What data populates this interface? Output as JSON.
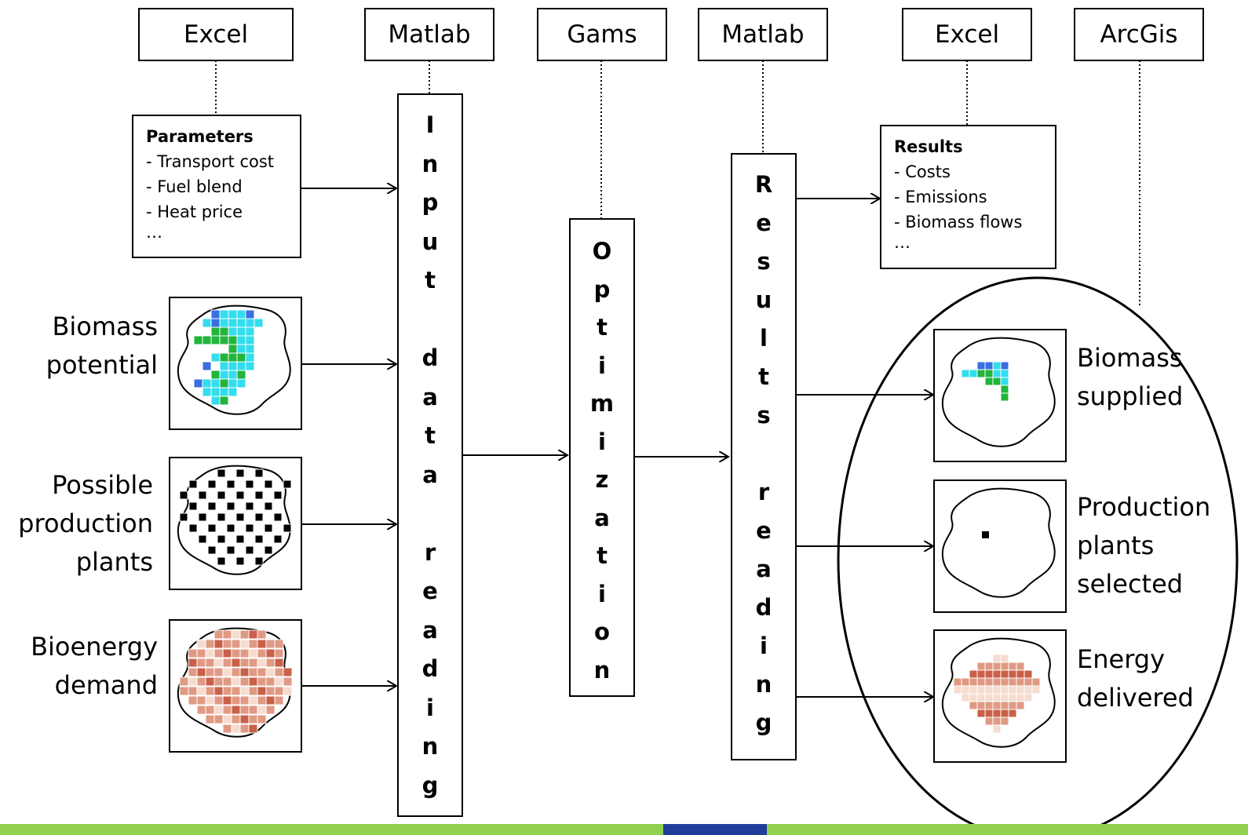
{
  "tools": [
    "Excel",
    "Matlab",
    "Gams",
    "Matlab",
    "Excel",
    "ArcGis"
  ],
  "input_reading": [
    "I",
    "n",
    "p",
    "u",
    "t",
    "",
    "d",
    "a",
    "t",
    "a",
    "",
    "r",
    "e",
    "a",
    "d",
    "i",
    "n",
    "g"
  ],
  "optimization": [
    "O",
    "p",
    "t",
    "i",
    "m",
    "i",
    "z",
    "a",
    "t",
    "i",
    "o",
    "n"
  ],
  "results_reading": [
    "R",
    "e",
    "s",
    "u",
    "l",
    "t",
    "s",
    "",
    "r",
    "e",
    "a",
    "d",
    "i",
    "n",
    "g"
  ],
  "parameters": {
    "title": "Parameters",
    "items": [
      "- Transport cost",
      "- Fuel blend",
      "- Heat price",
      "…"
    ]
  },
  "results": {
    "title": "Results",
    "items": [
      "- Costs",
      "- Emissions",
      "- Biomass flows",
      " …"
    ]
  },
  "inputs": [
    {
      "label_line1": "Biomass",
      "label_line2": "potential"
    },
    {
      "label_line1": "Possible",
      "label_line2": "production",
      "label_line3": "plants"
    },
    {
      "label_line1": "Bioenergy",
      "label_line2": "demand"
    }
  ],
  "outputs": [
    {
      "label_line1": "Biomass",
      "label_line2": "supplied"
    },
    {
      "label_line1": "Production",
      "label_line2": "plants",
      "label_line3": "selected"
    },
    {
      "label_line1": "Energy",
      "label_line2": "delivered"
    }
  ],
  "colors": {
    "footer_green": "#92d050",
    "footer_blue": "#1f3d99",
    "biomass_cyan": "#33ddee",
    "biomass_green": "#22b43c",
    "biomass_blue": "#3a6fe0",
    "demand_dark": "#c9604a",
    "demand_mid": "#e09a84",
    "demand_light": "#f5dccf"
  }
}
